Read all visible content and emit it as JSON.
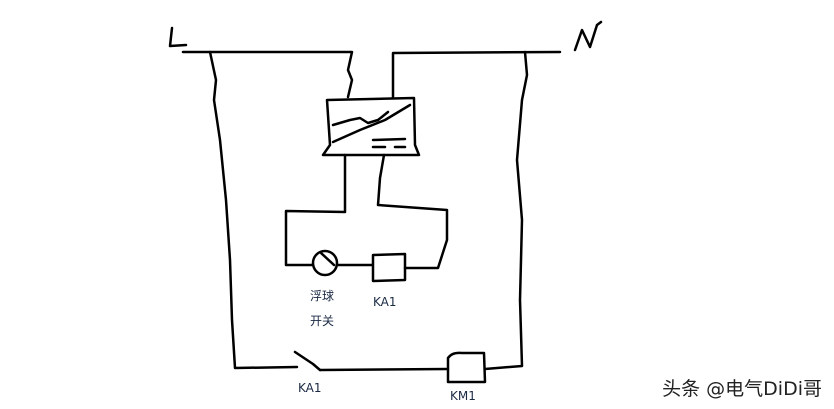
{
  "labels": {
    "line_L": "L",
    "line_N": "N",
    "float_switch_1": "浮球",
    "float_switch_2": "开关",
    "relay_coil": "KA1",
    "relay_contact": "KA1",
    "contactor_coil": "KM1"
  },
  "watermark": "头条 @电气DiDi哥"
}
